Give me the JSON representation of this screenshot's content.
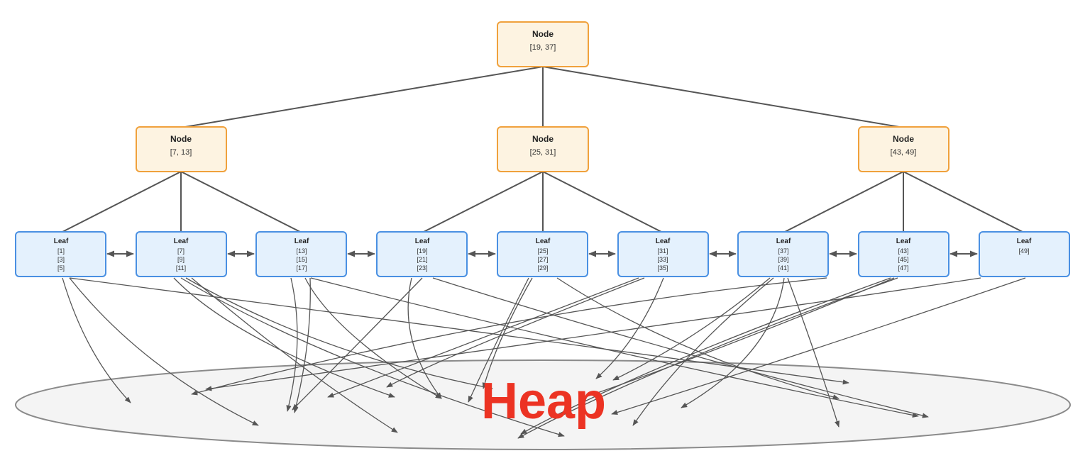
{
  "colors": {
    "node_fill": "#fdf3e1",
    "node_stroke": "#f0a13c",
    "leaf_fill": "#e4f1fd",
    "leaf_stroke": "#4a90e2",
    "edge": "#555555",
    "heap_fill": "#f4f4f4",
    "heap_stroke": "#8a8a8a",
    "heap_text": "#ec3323"
  },
  "heap": {
    "label": "Heap"
  },
  "root": {
    "title": "Node",
    "range": "[19, 37]"
  },
  "inner_nodes": [
    {
      "title": "Node",
      "range": "[7, 13]"
    },
    {
      "title": "Node",
      "range": "[25, 31]"
    },
    {
      "title": "Node",
      "range": "[43, 49]"
    }
  ],
  "leaves": [
    {
      "title": "Leaf",
      "keys": [
        "[1]",
        "[3]",
        "[5]"
      ]
    },
    {
      "title": "Leaf",
      "keys": [
        "[7]",
        "[9]",
        "[11]"
      ]
    },
    {
      "title": "Leaf",
      "keys": [
        "[13]",
        "[15]",
        "[17]"
      ]
    },
    {
      "title": "Leaf",
      "keys": [
        "[19]",
        "[21]",
        "[23]"
      ]
    },
    {
      "title": "Leaf",
      "keys": [
        "[25]",
        "[27]",
        "[29]"
      ]
    },
    {
      "title": "Leaf",
      "keys": [
        "[31]",
        "[33]",
        "[35]"
      ]
    },
    {
      "title": "Leaf",
      "keys": [
        "[37]",
        "[39]",
        "[41]"
      ]
    },
    {
      "title": "Leaf",
      "keys": [
        "[43]",
        "[45]",
        "[47]"
      ]
    },
    {
      "title": "Leaf",
      "keys": [
        "[49]"
      ]
    }
  ]
}
